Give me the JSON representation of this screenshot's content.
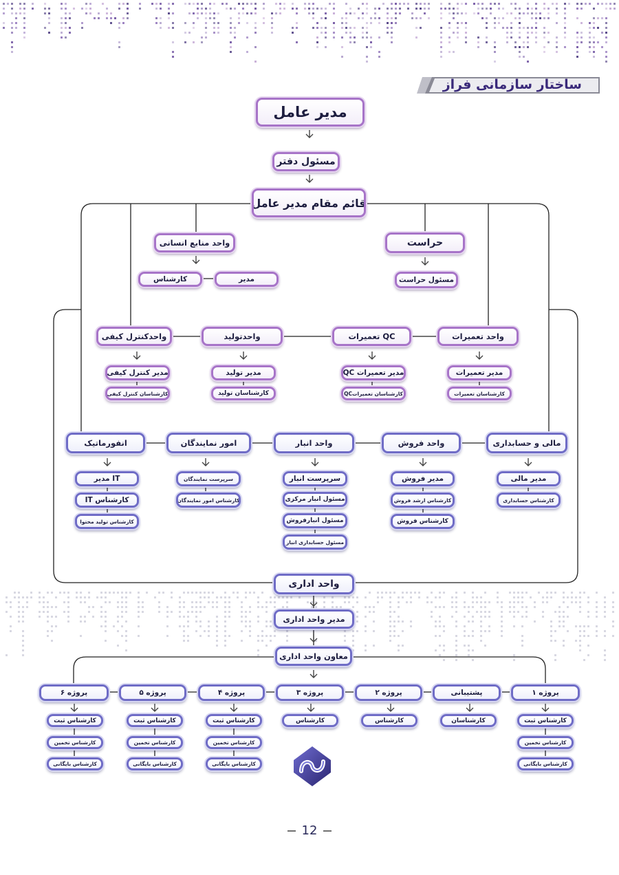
{
  "header": {
    "title": "ساختار سازمانی فراز"
  },
  "page_number": "12",
  "nodes": {
    "ceo": "مدیر عامل",
    "office": "مسئول دفتر",
    "deputy": "قائم مقام مدیر عامل",
    "hr": "واحد منابع انسانی",
    "hr_expert": "کارشناس",
    "hr_manager": "مدیر",
    "security": "حراست",
    "security_head": "مسئول حراست",
    "qc_unit": "واحدکنترل کیفی",
    "qc_manager": "مدیر کنترل کیفی",
    "qc_expert": "کارشناسان کنترل کیفی",
    "prod_unit": "واحدتولید",
    "prod_manager": "مدیر تولید",
    "prod_expert": "کارشناسان تولید",
    "qcrep_unit": "تعمیرات  QC",
    "qcrep_manager": "مدیر تعمیرات QC",
    "qcrep_expert": "کارشناسان تعمیراتQC",
    "rep_unit": "واحد تعمیرات",
    "rep_manager": "مدیر تعمیرات",
    "rep_expert": "کارشناسان تعمیرات",
    "it_unit": "انفورماتیک",
    "it_manager": "مدیر IT",
    "it_expert": "کارشناس  IT",
    "it_content": "کارشناس تولید محتوا",
    "agents_unit": "امور نمایندگان",
    "agents_sup": "سرپرست نمایندگان",
    "agents_expert": "کارشناس امور نمایندگان",
    "wh_unit": "واحد  انبار",
    "wh_sup": "سرپرست انبار",
    "wh_central": "مسئول انبار مرکزی",
    "wh_sales": "مسئول انبارفروش",
    "wh_acc": "مسئول حسابداری انبار",
    "sales_unit": "واحد فروش",
    "sales_manager": "مدیر فروش",
    "sales_senior": "کارشناس ارشد فروش",
    "sales_expert": "کارشناس فروش",
    "fin_unit": "مالی و حسابداری",
    "fin_manager": "مدیر مالی",
    "fin_expert": "کارشناس حسابداری",
    "admin_unit": "واحد اداری",
    "admin_manager": "مدیر واحد اداری",
    "admin_deputy": "معاون واحد اداری",
    "p6": "پروژه ۶",
    "p5": "پروژه ۵",
    "p4": "پروژه ۴",
    "p3": "پروژه ۳",
    "p2": "پروژه ۲",
    "support": "پشتیبانی",
    "p1": "پروژه ۱",
    "exp_reg": "کارشناس ثبت",
    "exp_est": "کارشناس تخمین",
    "exp_arch": "کارشناس بایگانی",
    "exp": "کارشناس",
    "experts": "کارشناسان"
  }
}
